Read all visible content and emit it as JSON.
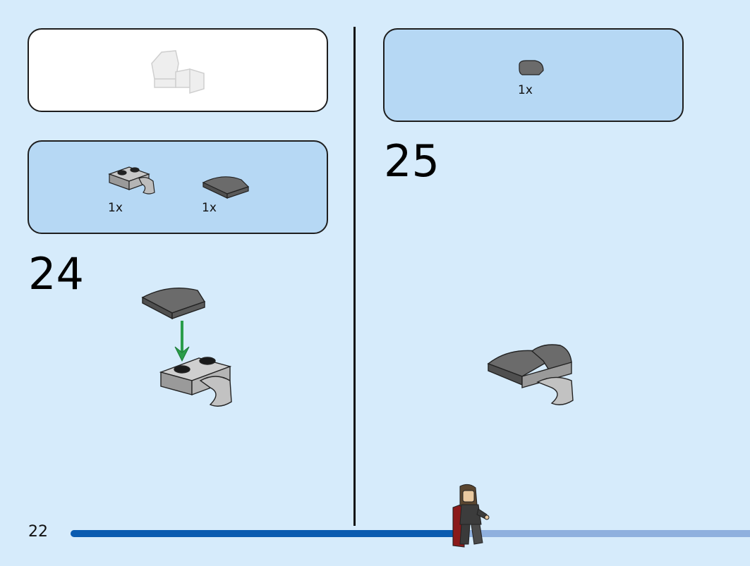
{
  "page": {
    "number": "22"
  },
  "previous_result_panel": {},
  "steps": [
    {
      "number": "24",
      "parts": [
        {
          "qty": "1x",
          "part": "plate-with-clip"
        },
        {
          "qty": "1x",
          "part": "curved-slope"
        }
      ]
    },
    {
      "number": "25",
      "parts": [
        {
          "qty": "1x",
          "part": "round-tile"
        }
      ]
    }
  ],
  "progress": {
    "fraction": 0.57
  },
  "colors": {
    "page_bg": "#d6ebfb",
    "parts_panel": "#b6d8f4",
    "dark_bluish_gray": "#6b6b6b",
    "light_bluish_gray": "#a3a3a3",
    "arrow": "#2a9d4a",
    "progress_fill": "#0a5bb0",
    "progress_track": "#8fb0de"
  }
}
